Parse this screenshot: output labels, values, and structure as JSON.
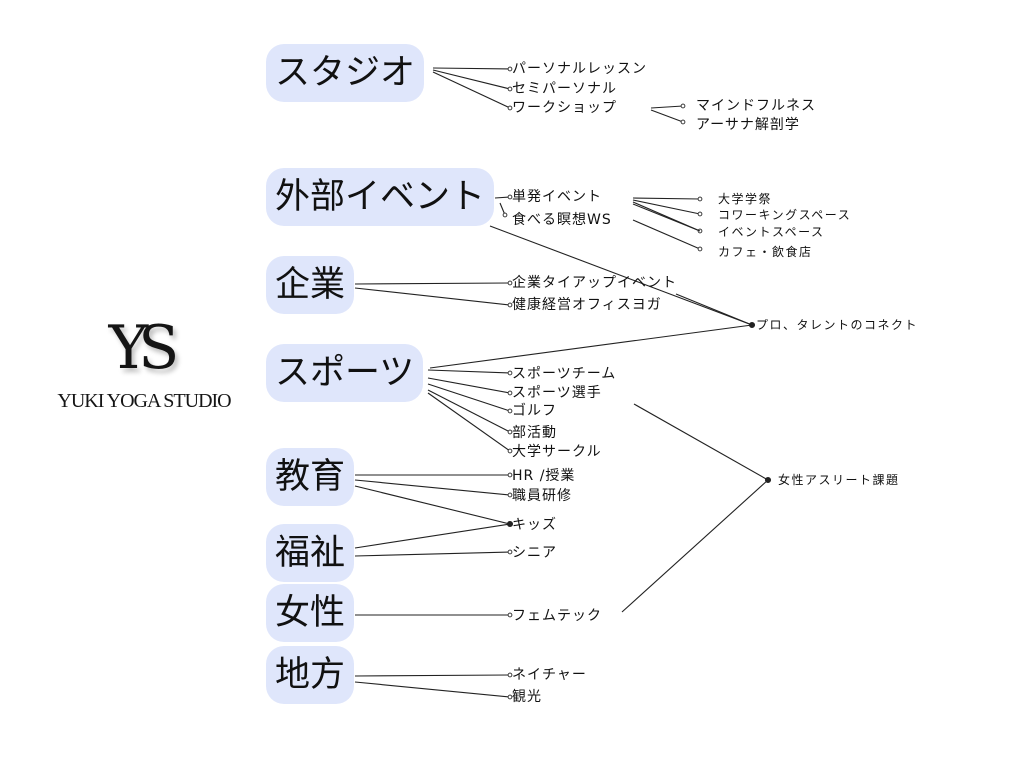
{
  "logo": {
    "monogram": "YS",
    "name": "YUKI YOGA STUDIO"
  },
  "categories": {
    "studio": "スタジオ",
    "external_events": "外部イベント",
    "corporate": "企業",
    "sports": "スポーツ",
    "education": "教育",
    "welfare": "福祉",
    "women": "女性",
    "regional": "地方"
  },
  "items": {
    "personal_lesson": "パーソナルレッスン",
    "semi_personal": "セミパーソナル",
    "workshop": "ワークショップ",
    "mindfulness": "マインドフルネス",
    "asana_anatomy": "アーサナ解剖学",
    "single_event": "単発イベント",
    "eating_meditation_ws": "食べる瞑想WS",
    "university_festival": "大学学祭",
    "coworking_space": "コワーキングスペース",
    "event_space": "イベントスペース",
    "cafe_restaurant": "カフェ・飲食店",
    "corporate_tieup": "企業タイアップイベント",
    "health_management": "健康経営オフィスヨガ",
    "pro_talent_connect": "プロ、タレントのコネクト",
    "sports_team": "スポーツチーム",
    "athlete": "スポーツ選手",
    "golf": "ゴルフ",
    "club_activities": "部活動",
    "university_circle": "大学サークル",
    "hr_class": "HR /授業",
    "staff_training": "職員研修",
    "kids": "キッズ",
    "senior": "シニア",
    "femtech": "フェムテック",
    "female_athlete_issues": "女性アスリート課題",
    "nature": "ネイチャー",
    "tourism": "観光"
  }
}
